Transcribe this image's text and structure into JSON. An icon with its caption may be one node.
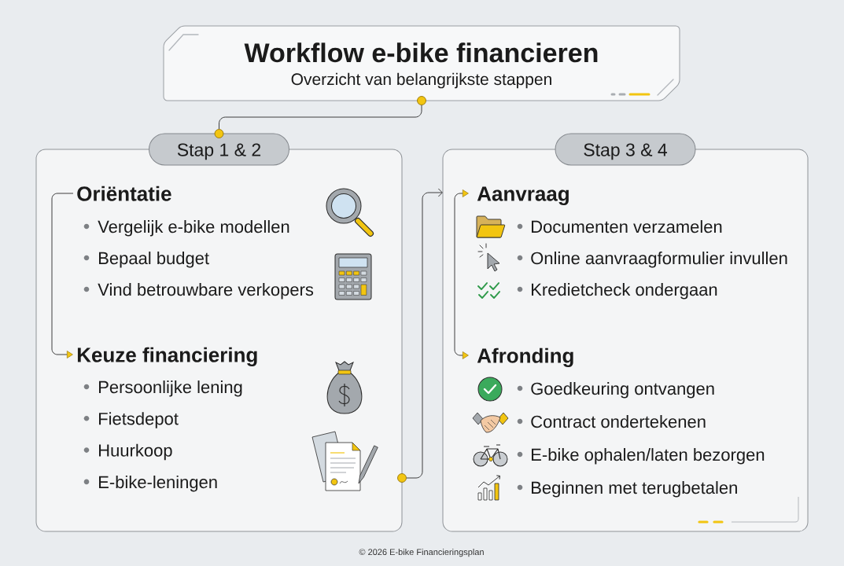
{
  "diagram": {
    "nodes": [
      {
        "text": [
          "Workflow e-bike financieren",
          "Overzicht van belangrijkste stappen"
        ]
      },
      {
        "text": [
          "Stap 1 & 2"
        ]
      },
      {
        "text": [
          "Oriëntatie",
          "Vergelijk e-bike modellen",
          "Bepaal budget",
          "Vind betrouwbare verkopers"
        ],
        "in": 1
      },
      {
        "text": [
          "Keuze financiering",
          "Persoonlijke lening",
          "Fietsdepot",
          "Huurkoop",
          "E-bike-leningen"
        ],
        "in": 1
      },
      {
        "text": [
          "Stap 3 & 4"
        ]
      },
      {
        "text": [
          "Aanvraag",
          "Documenten verzamelen",
          "Online aanvraagformulier invullen",
          "Kredietcheck ondergaan"
        ],
        "in": 4
      },
      {
        "text": [
          "Afronding",
          "Goedkeuring ontvangen",
          "Contract ondertekenen",
          "E-bike ophalen/laten bezorgen",
          "Beginnen met terugbetalen"
        ],
        "in": 4
      },
      {
        "text": [],
        "shape": "circle"
      },
      {
        "text": [],
        "shape": "circle"
      },
      {
        "text": [],
        "shape": "circle"
      }
    ],
    "edges": [
      {
        "from": 7,
        "to": 8,
        "arrow": "none"
      },
      {
        "from": 2,
        "to": 3,
        "arrow": "to"
      },
      {
        "from": 9,
        "to": 4,
        "arrow": "to"
      },
      {
        "from": 5,
        "to": 6,
        "arrow": "both"
      }
    ],
    "labels": [
      "© 2026 E-bike Financieringsplan"
    ]
  }
}
